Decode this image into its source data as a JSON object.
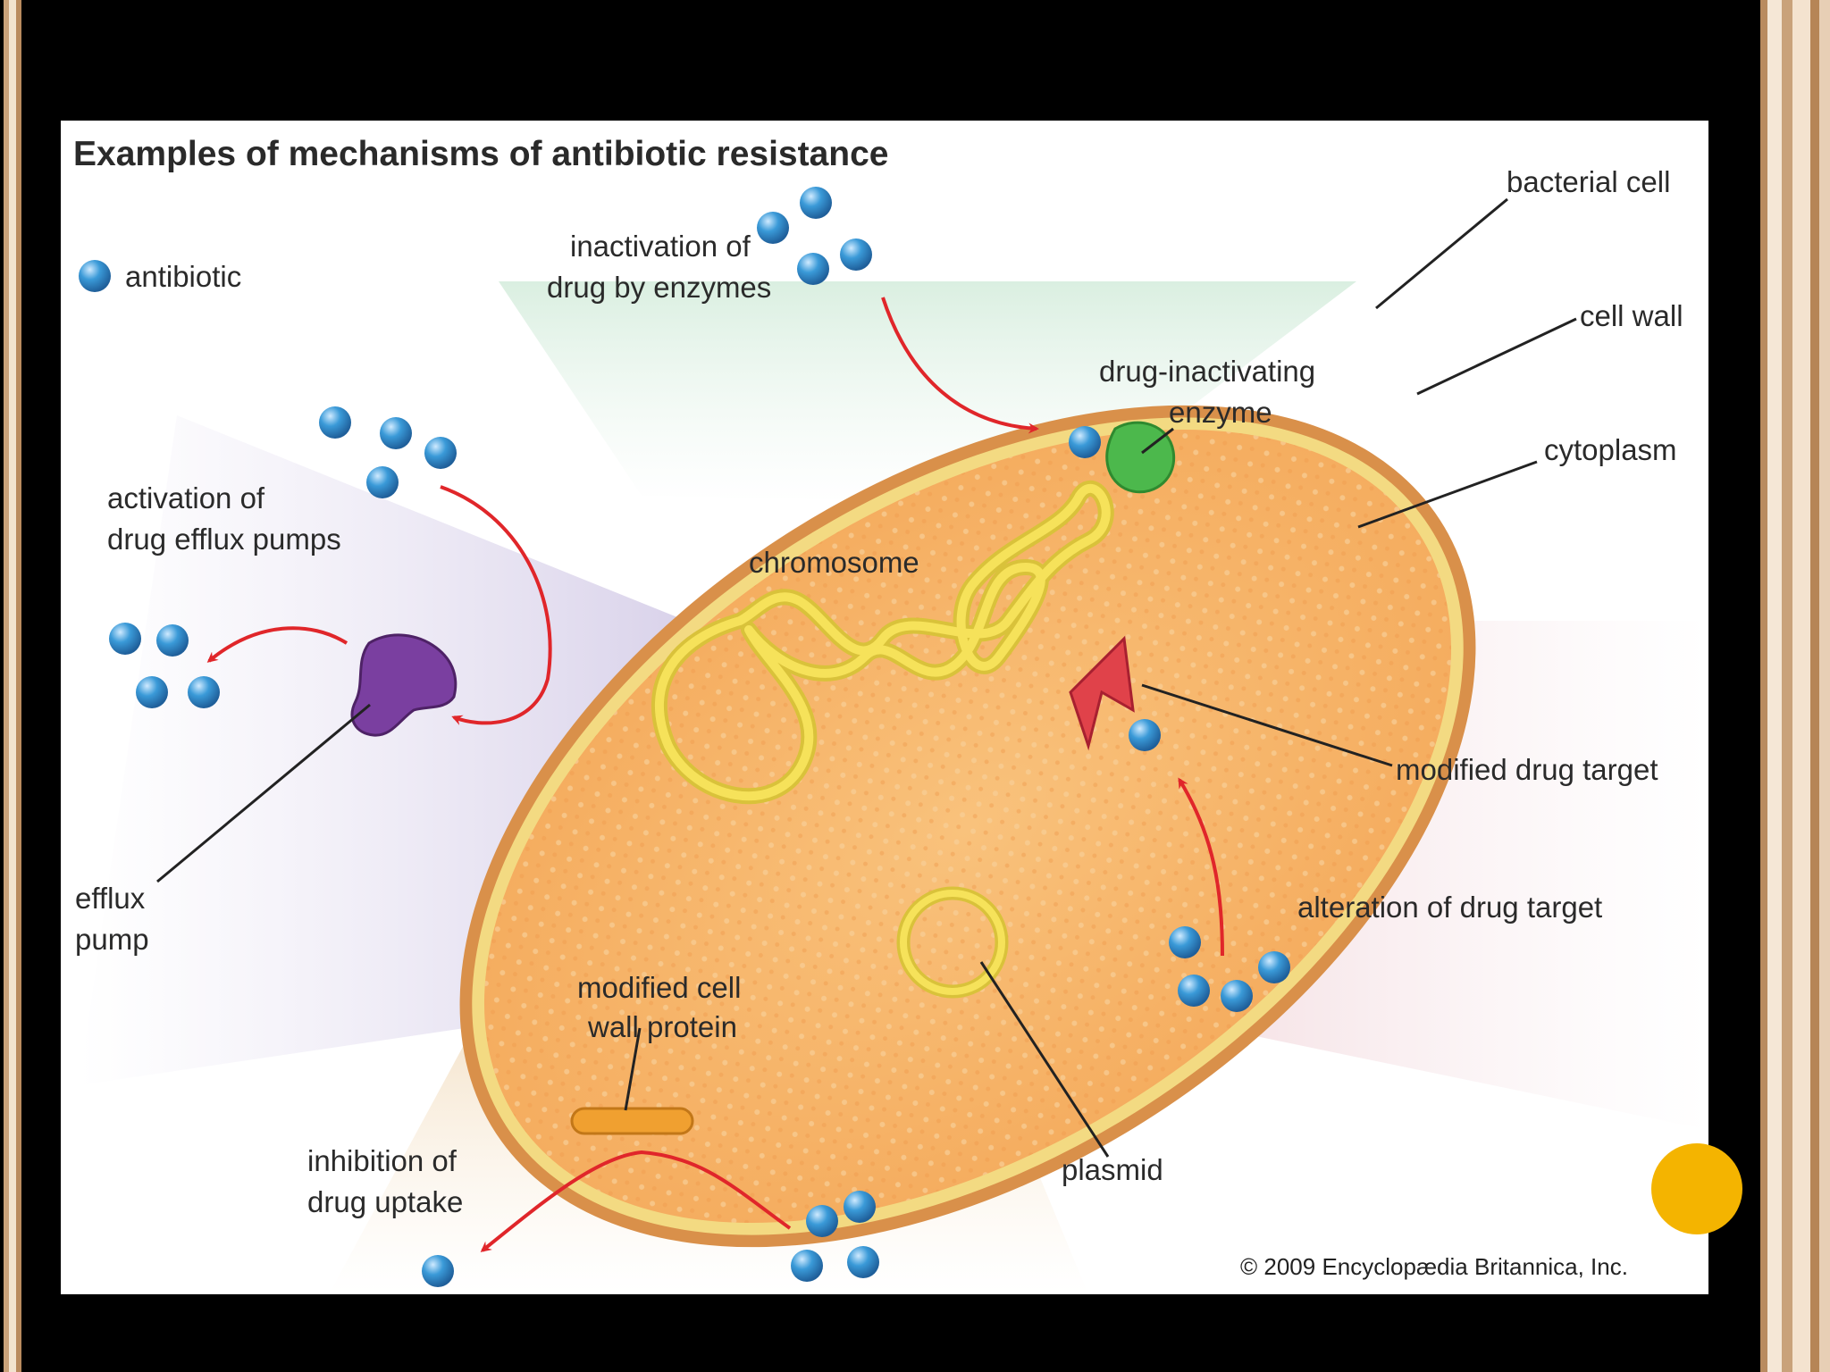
{
  "figure": {
    "title": "Examples of mechanisms of antibiotic resistance",
    "legend_antibiotic": "antibiotic",
    "labels": {
      "bacterial_cell": "bacterial cell",
      "cell_wall": "cell wall",
      "cytoplasm": "cytoplasm",
      "inactivation_1": "inactivation of",
      "inactivation_2": "drug by enzymes",
      "drug_inactivating_1": "drug-inactivating",
      "drug_inactivating_2": "enzyme",
      "efflux_activation_1": "activation of",
      "efflux_activation_2": "drug efflux pumps",
      "chromosome": "chromosome",
      "modified_drug_target": "modified drug target",
      "alteration_drug_target": "alteration of drug target",
      "efflux_pump_1": "efflux",
      "efflux_pump_2": "pump",
      "modified_cell_wall_1": "modified cell",
      "modified_cell_wall_2": "wall protein",
      "inhibition_1": "inhibition of",
      "inhibition_2": "drug uptake",
      "plasmid": "plasmid"
    },
    "copyright": "© 2009 Encyclopædia Britannica, Inc.",
    "colors": {
      "antibiotic": "#2f8fd0",
      "arrow": "#e0262a",
      "cell_wall": "#d9904a",
      "cytoplasm": "#f7b66a",
      "chromosome": "#f4e04a",
      "enzyme": "#4cb84c",
      "efflux_pump": "#7a3fa0",
      "drug_target": "#e0424a",
      "cell_wall_protein": "#f0a030"
    }
  }
}
